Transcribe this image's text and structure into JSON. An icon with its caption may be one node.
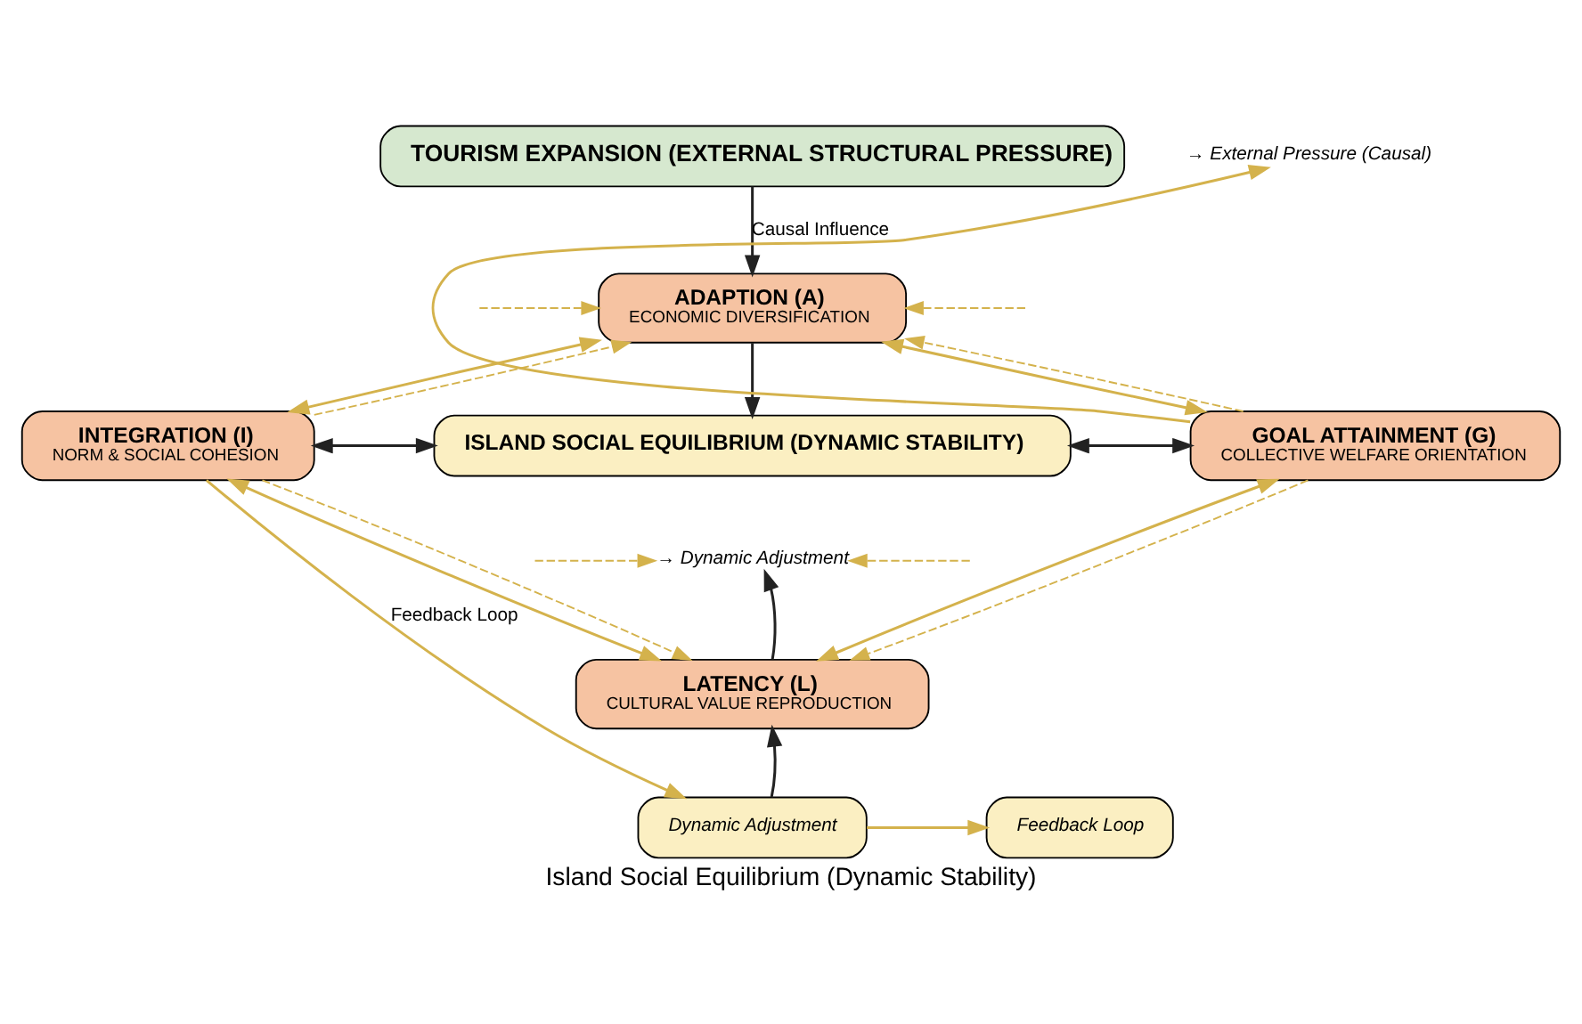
{
  "diagram": {
    "caption": "Island Social Equilibrium (Dynamic Stability)",
    "nodes": [
      {
        "text": [
          "TOURISM EXPANSION (EXTERNAL STRUCTURAL PRESSURE)"
        ]
      },
      {
        "text": [
          "ADAPTION (A)",
          "ECONOMIC DIVERSIFICATION"
        ]
      },
      {
        "text": [
          "INTEGRATION (I)",
          "NORM & SOCIAL COHESION"
        ]
      },
      {
        "text": [
          "ISLAND SOCIAL EQUILIBRIUM (DYNAMIC STABILITY)"
        ]
      },
      {
        "text": [
          "GOAL ATTAINMENT (G)",
          "COLLECTIVE WELFARE ORIENTATION"
        ]
      },
      {
        "text": [
          "LATENCY (L)",
          "CULTURAL VALUE REPRODUCTION"
        ]
      },
      {
        "text": [
          "Dynamic Adjustment"
        ]
      },
      {
        "text": [
          "Feedback Loop"
        ]
      },
      {
        "text": [
          "→ External Pressure (Causal)"
        ]
      },
      {
        "text": [
          "→ Dynamic Adjustment"
        ]
      }
    ],
    "edges": [
      {
        "from": 0,
        "to": 1,
        "arrow": "to",
        "label": "Causal Influence",
        "color": "#222222"
      },
      {
        "from": 1,
        "to": 3,
        "arrow": "to",
        "color": "#222222"
      },
      {
        "from": 2,
        "to": 3,
        "arrow": "both",
        "color": "#222222"
      },
      {
        "from": 3,
        "to": 4,
        "arrow": "both",
        "color": "#222222"
      },
      {
        "from": 5,
        "to": 9,
        "arrow": "to",
        "color": "#222222"
      },
      {
        "from": 6,
        "to": 5,
        "arrow": "to",
        "color": "#222222"
      },
      {
        "from": 2,
        "to": 1,
        "arrow": "both"
      },
      {
        "from": 2,
        "to": 1,
        "arrow": "to",
        "style": "dashed"
      },
      {
        "from": 4,
        "to": 1,
        "arrow": "both"
      },
      {
        "from": 4,
        "to": 1,
        "arrow": "to",
        "style": "dashed"
      },
      {
        "from": 4,
        "to": 8,
        "arrow": "to"
      },
      {
        "from": 2,
        "to": 5,
        "arrow": "both"
      },
      {
        "from": 2,
        "to": 5,
        "arrow": "to",
        "style": "dashed"
      },
      {
        "from": 4,
        "to": 5,
        "arrow": "both"
      },
      {
        "from": 4,
        "to": 5,
        "arrow": "to",
        "style": "dashed"
      },
      {
        "from": 2,
        "to": 6,
        "arrow": "to",
        "label": "Feedback Loop"
      },
      {
        "from": 6,
        "to": 7,
        "arrow": "to"
      },
      {
        "from": null,
        "to": 1,
        "arrow": "to",
        "style": "dashed"
      },
      {
        "from": null,
        "to": 1,
        "arrow": "to",
        "style": "dashed"
      },
      {
        "from": null,
        "to": 9,
        "arrow": "to",
        "style": "dashed"
      },
      {
        "from": null,
        "to": 9,
        "arrow": "to",
        "style": "dashed"
      }
    ]
  }
}
